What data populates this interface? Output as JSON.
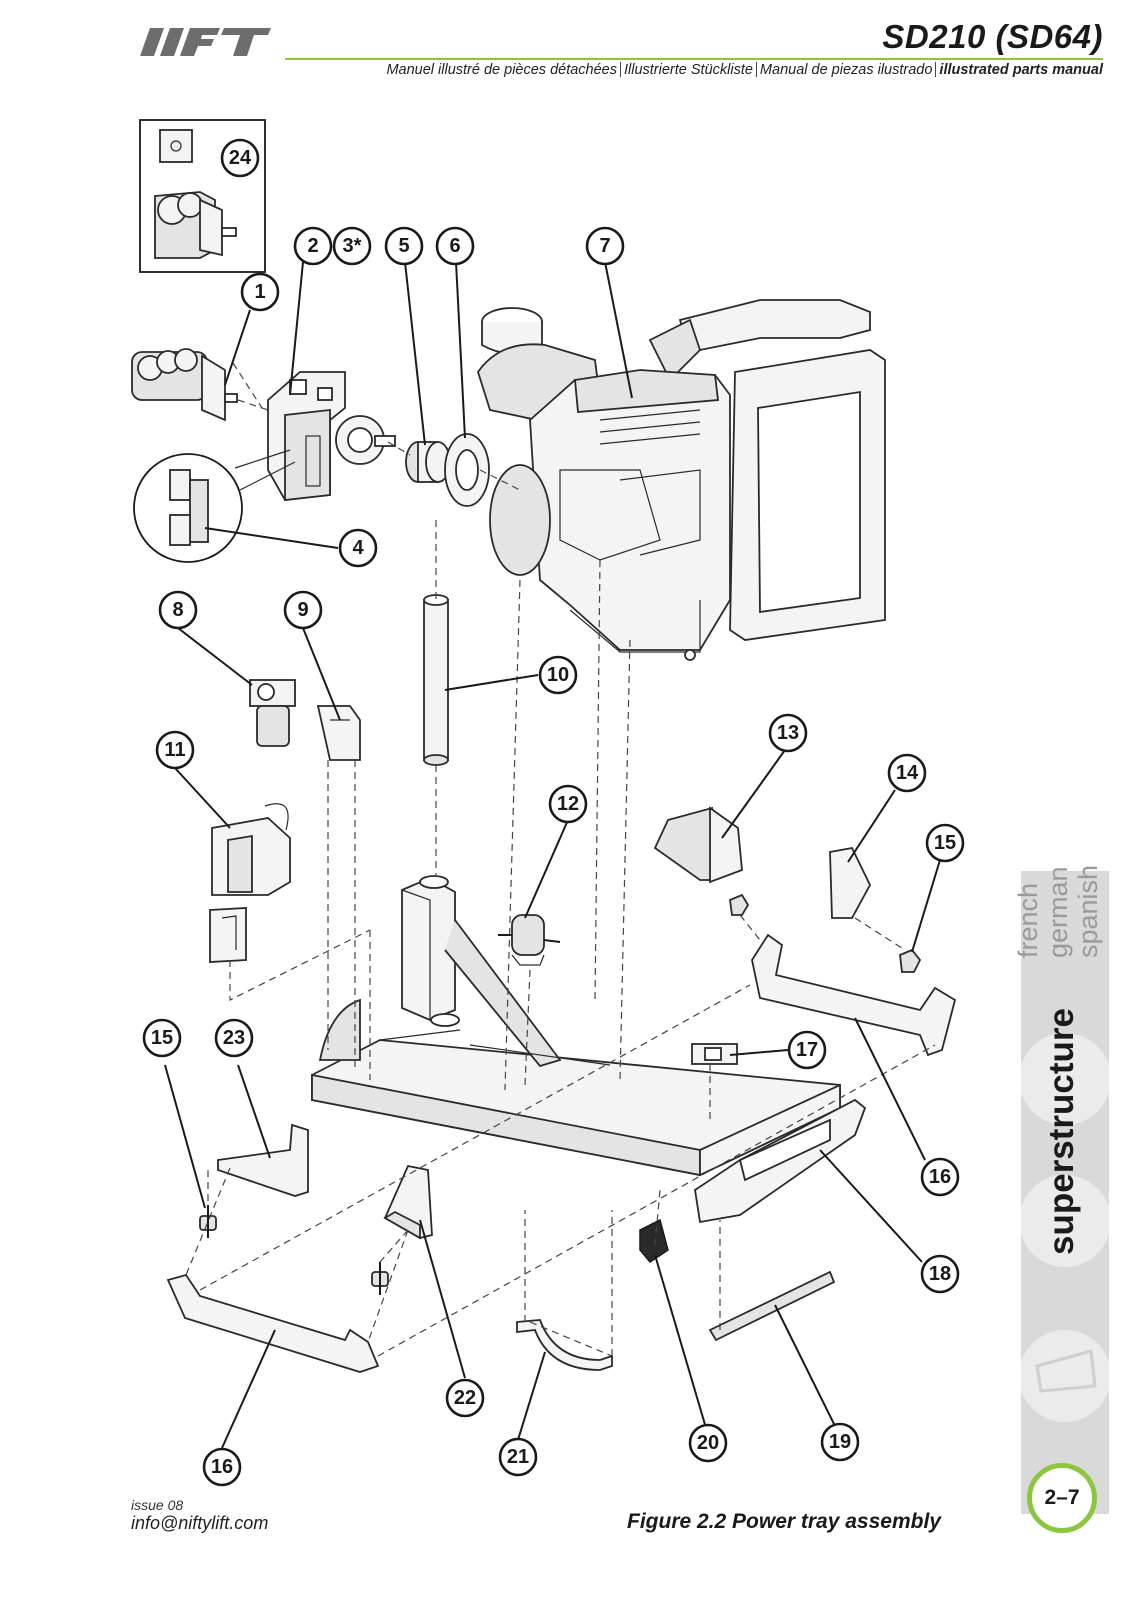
{
  "header": {
    "brand": "lift",
    "model": "SD210 (SD64)",
    "subtitles": [
      "Manuel illustré de pièces détachées",
      "Illustrierte Stückliste",
      "Manual de piezas ilustrado",
      "illustrated parts manual"
    ]
  },
  "side_tab": {
    "languages": [
      "french",
      "german",
      "spanish"
    ],
    "section": "superstructure",
    "page": "2–7"
  },
  "footer": {
    "issue": "issue 08",
    "email": "info@niftylift.com",
    "caption": "Figure 2.2  Power tray assembly"
  },
  "callouts": [
    "1",
    "2",
    "3*",
    "4",
    "5",
    "6",
    "7",
    "8",
    "9",
    "10",
    "11",
    "12",
    "13",
    "14",
    "15",
    "16",
    "17",
    "18",
    "19",
    "20",
    "21",
    "22",
    "23",
    "24",
    "15",
    "16"
  ],
  "colors": {
    "accent": "#8cc63f",
    "tab": "#d9d9d9",
    "ink": "#1a1a1a"
  }
}
